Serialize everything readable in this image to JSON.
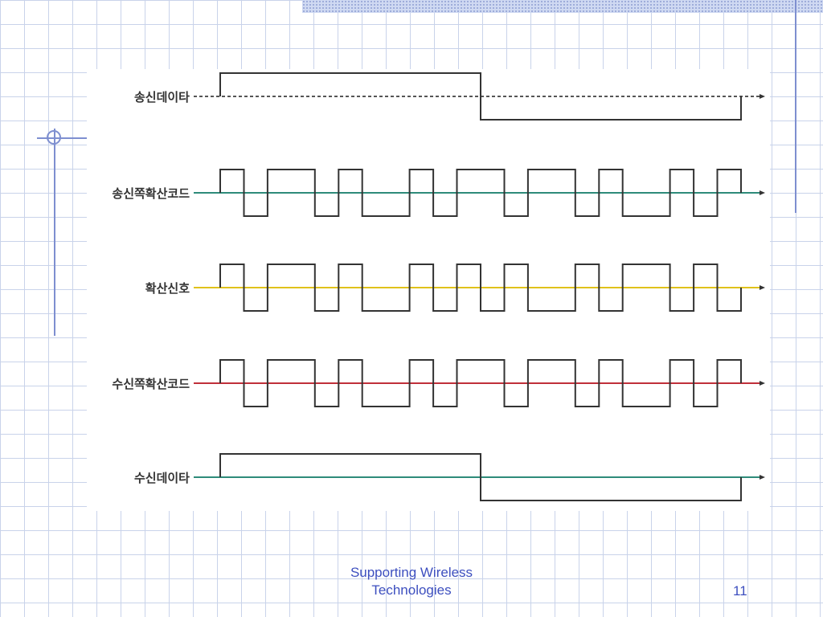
{
  "slide": {
    "footer_title": "Supporting Wireless Technologies",
    "page_number": "11"
  },
  "diagram": {
    "signals": [
      {
        "label": "송신데이타",
        "line_color": "#555555",
        "line_style": "dashed",
        "levels": [
          1,
          0
        ]
      },
      {
        "label": "송신쪽확산코드",
        "line_color": "#2e8b7a",
        "line_style": "solid",
        "levels": [
          1,
          0,
          1,
          1,
          0,
          1,
          0,
          0,
          1,
          0,
          1,
          1,
          0,
          1,
          1,
          0,
          1,
          0,
          0,
          1,
          0,
          1
        ]
      },
      {
        "label": "확산신호",
        "line_color": "#e0c21a",
        "line_style": "solid",
        "levels": [
          1,
          0,
          1,
          1,
          0,
          1,
          0,
          0,
          1,
          0,
          1,
          0,
          1,
          0,
          0,
          1,
          0,
          1,
          1,
          0,
          1,
          0
        ]
      },
      {
        "label": "수신쪽확산코드",
        "line_color": "#c0303a",
        "line_style": "solid",
        "levels": [
          1,
          0,
          1,
          1,
          0,
          1,
          0,
          0,
          1,
          0,
          1,
          1,
          0,
          1,
          1,
          0,
          1,
          0,
          0,
          1,
          0,
          1
        ]
      },
      {
        "label": "수신데이타",
        "line_color": "#2e8b7a",
        "line_style": "solid",
        "levels": [
          1,
          0
        ]
      }
    ]
  }
}
